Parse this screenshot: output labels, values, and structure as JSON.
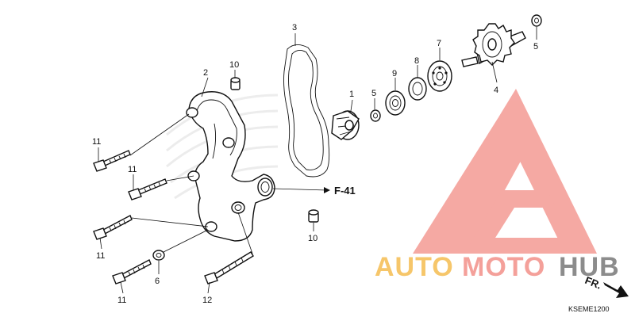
{
  "diagram": {
    "callouts": {
      "c1": "1",
      "c2": "2",
      "c3": "3",
      "c4": "4",
      "c5a": "5",
      "c5b": "5",
      "c6": "6",
      "c7": "7",
      "c8": "8",
      "c9": "9",
      "c10a": "10",
      "c10b": "10",
      "c11a": "11",
      "c11b": "11",
      "c11c": "11",
      "c11d": "11",
      "c12": "12"
    },
    "reference": "F-41",
    "direction_label": "FR.",
    "figure_code": "KSEME1200"
  },
  "watermark": {
    "auto": "AUTO",
    "moto": "MOTO",
    "hub": "HUB",
    "colors": {
      "triangle": "#f4a09a",
      "auto": "#f6c66a",
      "moto": "#f4a09a",
      "hub": "#8c8c8c"
    }
  }
}
